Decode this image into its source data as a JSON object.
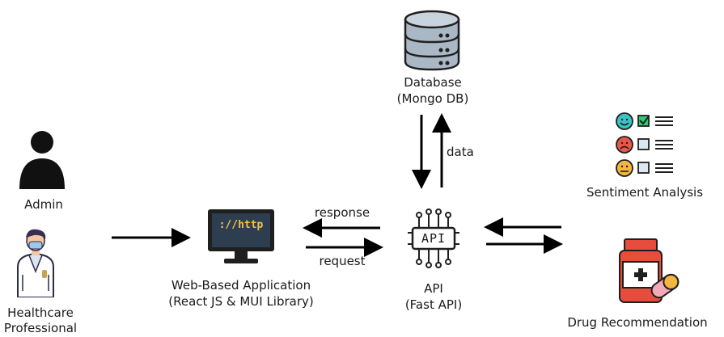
{
  "nodes": {
    "admin": {
      "label": "Admin",
      "icon": "person-silhouette-icon"
    },
    "healthcare": {
      "label_line1": "Healthcare",
      "label_line2": "Professional",
      "icon": "doctor-icon"
    },
    "webapp": {
      "label_line1": "Web-Based Application",
      "label_line2": "(React JS & MUI Library)",
      "icon": "monitor-http-icon",
      "screen_text": "://http"
    },
    "database": {
      "label_line1": "Database",
      "label_line2": "(Mongo DB)",
      "icon": "database-icon"
    },
    "api": {
      "label_line1": "API",
      "label_line2": "(Fast API)",
      "icon": "api-chip-icon",
      "chip_text": "API"
    },
    "sentiment": {
      "label": "Sentiment Analysis",
      "icon": "sentiment-checklist-icon"
    },
    "drug": {
      "label": "Drug Recommendation",
      "icon": "medicine-bottle-icon"
    }
  },
  "edges": {
    "response": "response",
    "request": "request",
    "data": "data"
  },
  "colors": {
    "monitor_screen": "#2c3e50",
    "monitor_text": "#f6c143",
    "database": "#aab7c4",
    "bottle": "#e74c3c",
    "bottle_cap": "#e74c3c",
    "pill": "#f4a9b8",
    "happy": "#3bc4c4",
    "sad": "#e8574a",
    "neutral": "#f4b63f",
    "check": "#2ecc71",
    "skin": "#f3c7a6"
  }
}
